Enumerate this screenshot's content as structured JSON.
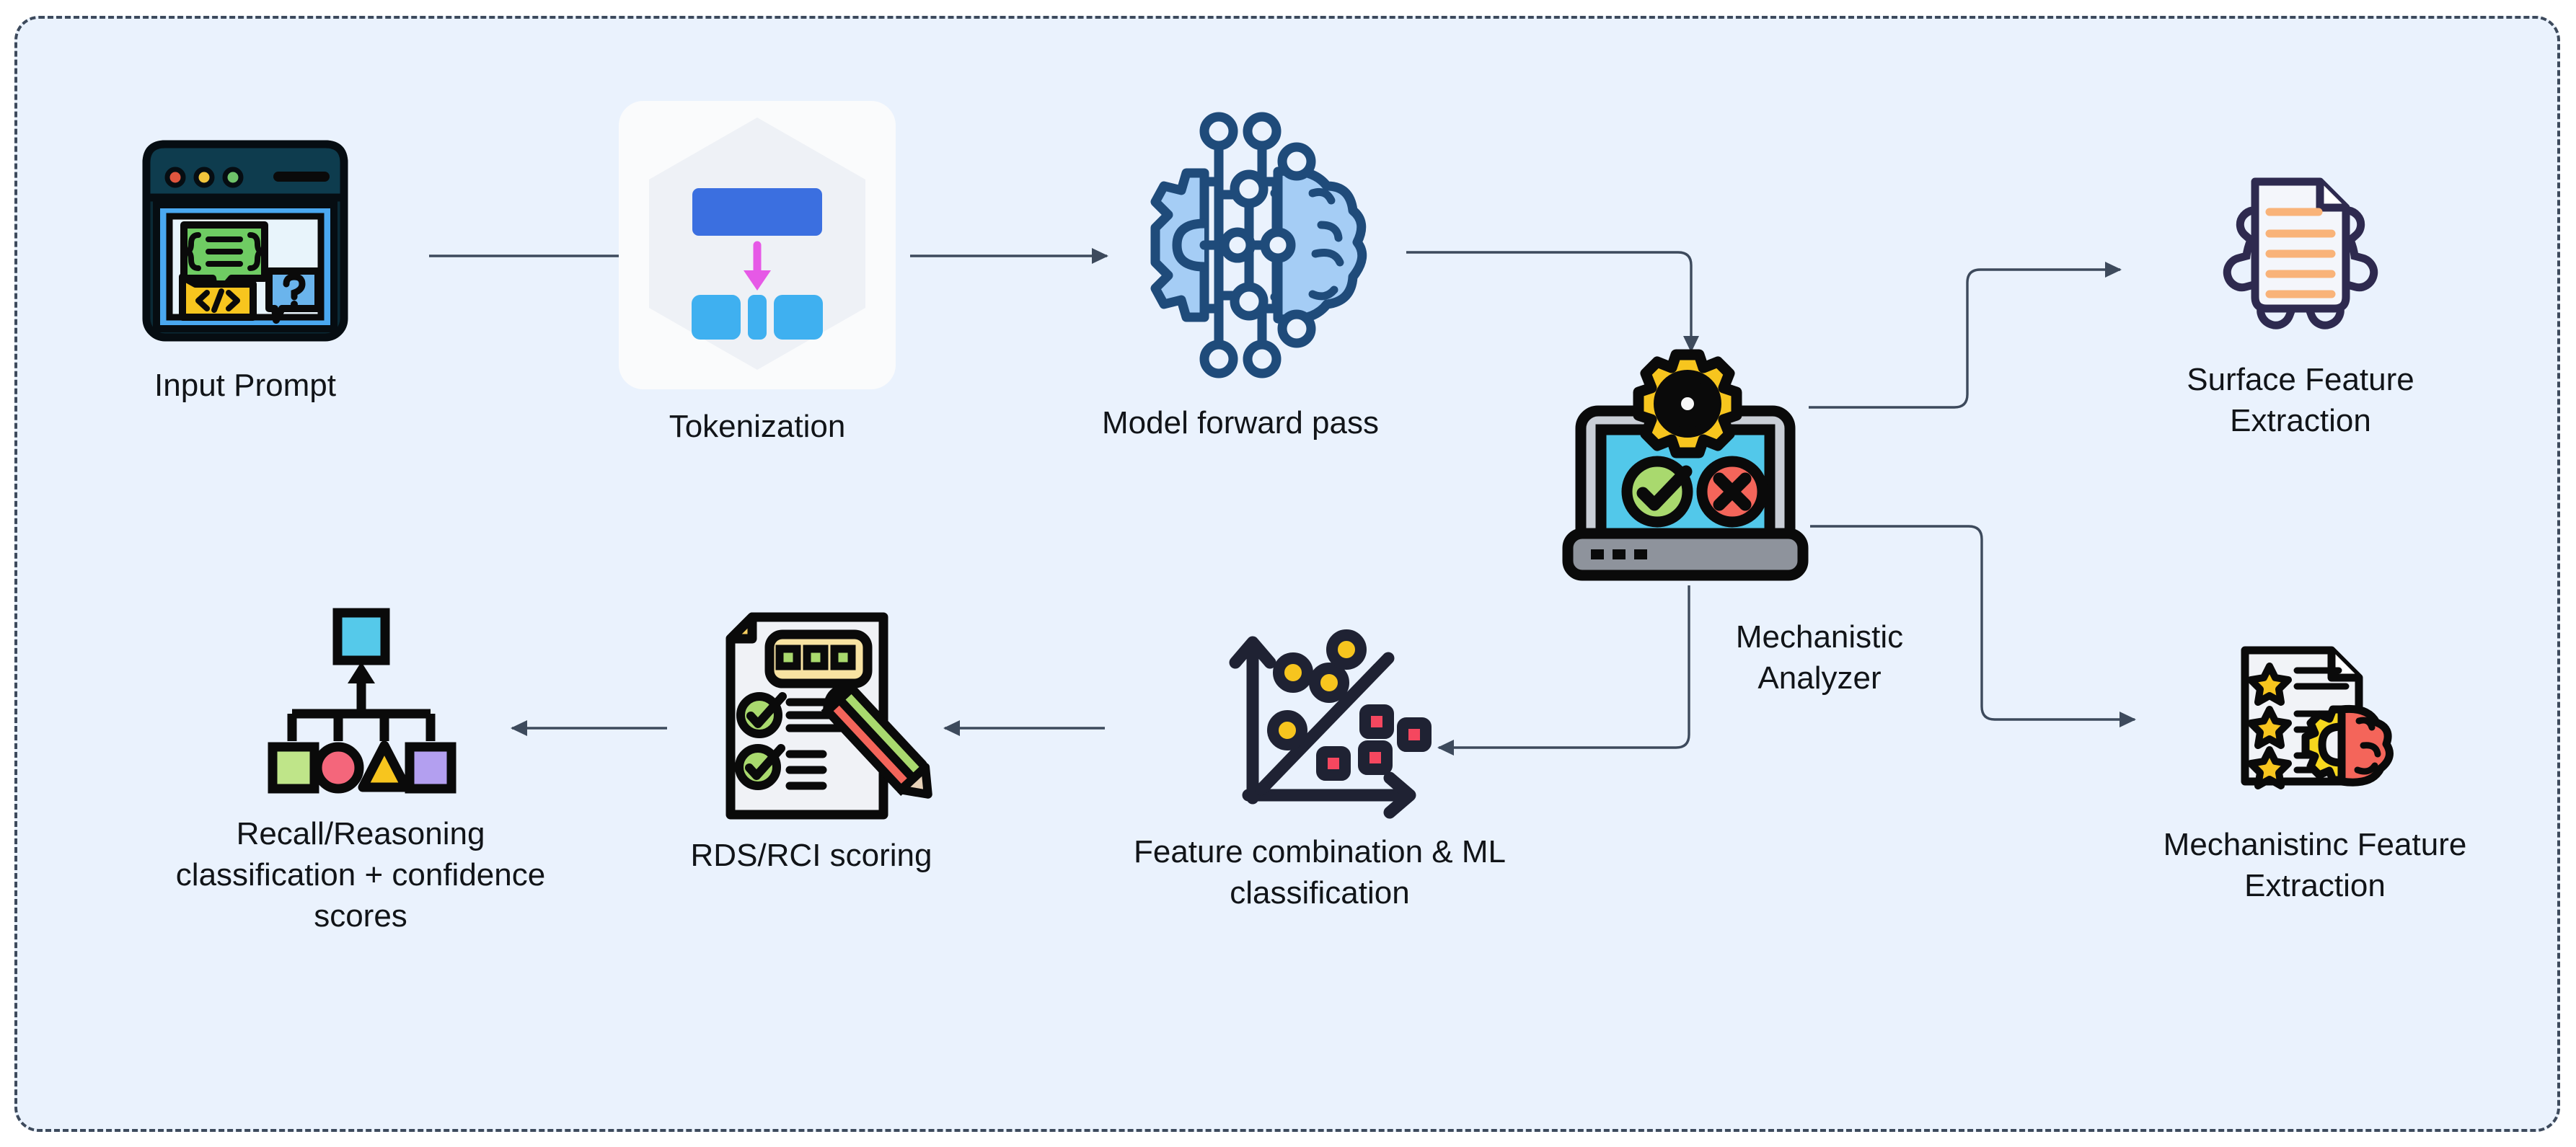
{
  "diagram": {
    "background_color": "#eaf2fd",
    "border_color": "#3d4a5c",
    "connector_color": "#3d4a5c"
  },
  "nodes": {
    "input_prompt": {
      "label": "Input Prompt",
      "icon": "browser-prompt-icon"
    },
    "tokenization": {
      "label": "Tokenization",
      "icon": "tokenization-hexagon-icon"
    },
    "forward_pass": {
      "label": "Model forward pass",
      "icon": "ai-brain-circuit-icon"
    },
    "analyzer": {
      "label": "Mechanistic\nAnalyzer",
      "icon": "laptop-gear-check-cross-icon"
    },
    "surface_feat": {
      "label": "Surface Feature\nExtraction",
      "icon": "document-gear-icon"
    },
    "mech_feat": {
      "label": "Mechanistinc Feature\nExtraction",
      "icon": "document-stars-brain-gear-icon"
    },
    "feature_ml": {
      "label": "Feature combination & ML\nclassification",
      "icon": "scatter-classification-icon"
    },
    "scoring": {
      "label": "RDS/RCI scoring",
      "icon": "checklist-pencil-icon"
    },
    "final_class": {
      "label": "Recall/Reasoning\nclassification + confidence\nscores",
      "icon": "classification-tree-icon"
    }
  },
  "palette": {
    "dark_navy": "#1f4b7a",
    "light_blue": "#a5cdf5",
    "bright_blue": "#3b6fe0",
    "sky_blue": "#4db8ec",
    "cyan": "#55c9ea",
    "magenta": "#e659e6",
    "yellow": "#f7c51e",
    "gold": "#f5b51b",
    "green": "#67c55a",
    "light_green": "#a9d96e",
    "red": "#f4655a",
    "pink_red": "#f5475f",
    "purple_node": "#2e2a4f",
    "orange": "#f9b379",
    "lavender": "#b39ff0",
    "grey": "#8e939c",
    "black": "#0a0a0a"
  },
  "connectors": [
    {
      "name": "input-to-tokenization",
      "from": "input_prompt",
      "to": "tokenization",
      "kind": "straight-right"
    },
    {
      "name": "tokenization-to-forward-pass",
      "from": "tokenization",
      "to": "forward_pass",
      "kind": "straight-right"
    },
    {
      "name": "forward-pass-to-analyzer",
      "from": "forward_pass",
      "to": "analyzer",
      "kind": "elbow-right-down"
    },
    {
      "name": "analyzer-to-surface-feature",
      "from": "analyzer",
      "to": "surface_feat",
      "kind": "elbow-right-up-right"
    },
    {
      "name": "analyzer-to-mechanistic-feature",
      "from": "analyzer",
      "to": "mech_feat",
      "kind": "elbow-right-down-right"
    },
    {
      "name": "analyzer-to-feature-ml",
      "from": "analyzer",
      "to": "feature_ml",
      "kind": "elbow-down-left"
    },
    {
      "name": "feature-ml-to-scoring",
      "from": "feature_ml",
      "to": "scoring",
      "kind": "straight-left"
    },
    {
      "name": "scoring-to-final-classification",
      "from": "scoring",
      "to": "final_class",
      "kind": "straight-left"
    }
  ]
}
